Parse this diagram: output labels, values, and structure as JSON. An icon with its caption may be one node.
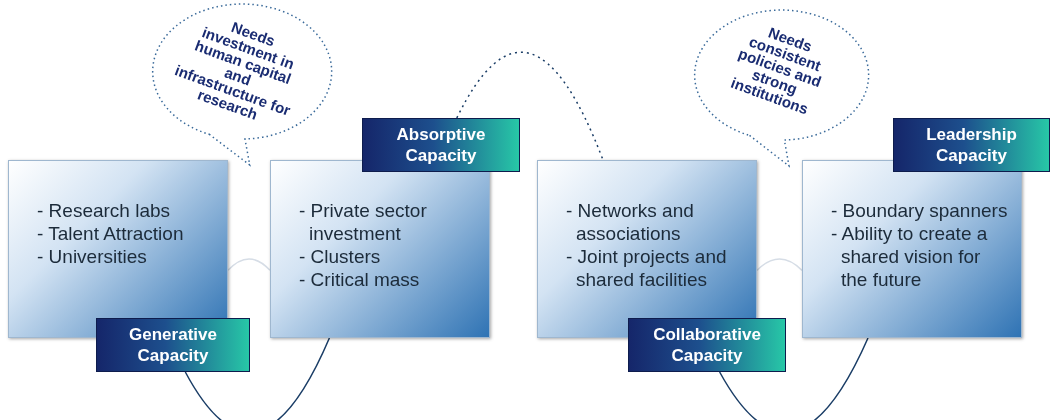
{
  "diagram": {
    "nodes": [
      {
        "text": [
          "- Research labs",
          "- Talent Attraction",
          "- Universities"
        ]
      },
      {
        "text": [
          "Generative Capacity"
        ]
      },
      {
        "text": [
          "- Private sector investment",
          "- Clusters",
          "- Critical mass"
        ]
      },
      {
        "text": [
          "Absorptive Capacity"
        ]
      },
      {
        "text": [
          "- Networks and associations",
          "- Joint projects and shared facilities"
        ]
      },
      {
        "text": [
          "Collaborative Capacity"
        ]
      },
      {
        "text": [
          "- Boundary spanners",
          "- Ability to create a shared vision for the future"
        ]
      },
      {
        "text": [
          "Leadership Capacity"
        ]
      },
      {
        "text": [
          "Needs investment in human capital and infrastructure for research"
        ]
      },
      {
        "text": [
          "Needs consistent policies and strong institutions"
        ]
      }
    ],
    "edges": [
      {
        "from": 0,
        "to": 2,
        "arrow": "none",
        "color": "#d6dde6"
      },
      {
        "from": 1,
        "to": 2,
        "arrow": "none"
      },
      {
        "from": 3,
        "to": 4,
        "arrow": "none",
        "style": "dashed"
      },
      {
        "from": 4,
        "to": 6,
        "arrow": "none",
        "color": "#d6dde6"
      },
      {
        "from": 5,
        "to": 6,
        "arrow": "none"
      }
    ]
  }
}
